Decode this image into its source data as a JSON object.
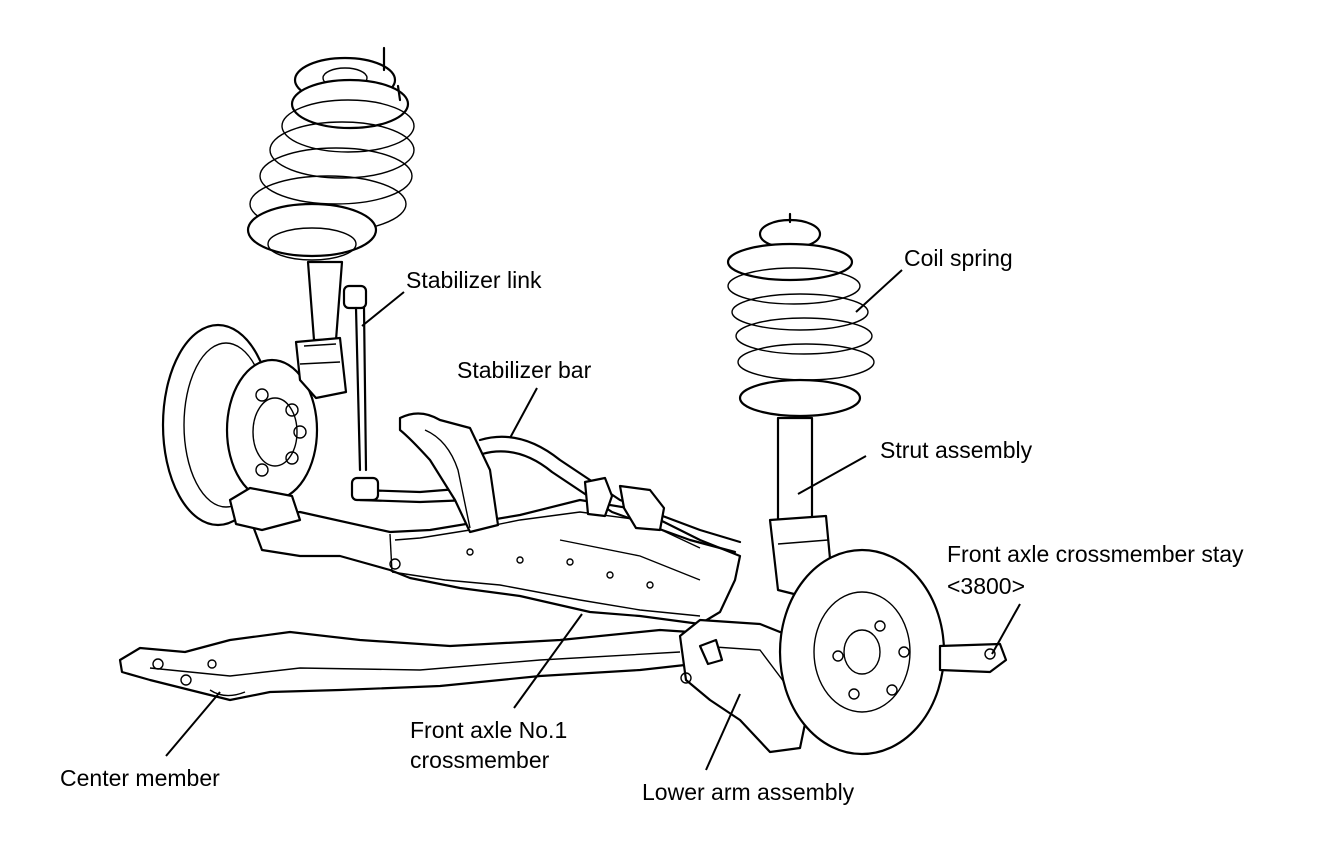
{
  "labels": {
    "stabilizer_link": "Stabilizer link",
    "stabilizer_bar": "Stabilizer bar",
    "coil_spring": "Coil spring",
    "strut_assembly": "Strut assembly",
    "crossmember_stay_line1": "Front axle crossmember stay",
    "crossmember_stay_line2": "<3800>",
    "no1_crossmember_line1": "Front axle No.1",
    "no1_crossmember_line2": "crossmember",
    "center_member": "Center member",
    "lower_arm_assembly": "Lower arm assembly"
  }
}
